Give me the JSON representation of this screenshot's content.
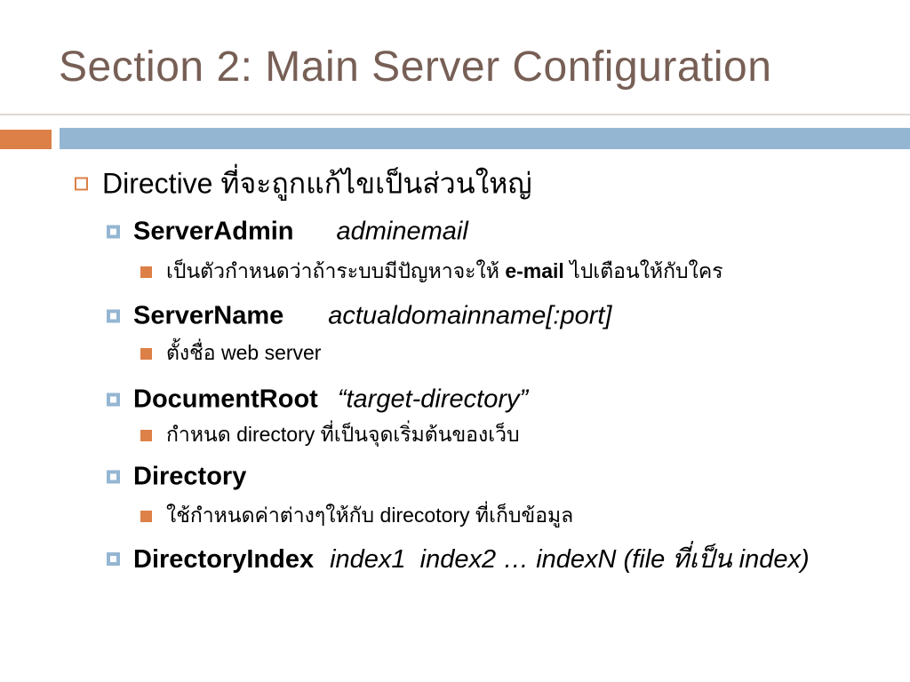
{
  "slide": {
    "title": "Section 2: Main Server Configuration",
    "colors": {
      "title_text": "#775F55",
      "accent_orange": "#DD8047",
      "accent_blue": "#94B6D2",
      "body_text": "#000000",
      "background": "#FFFFFF"
    },
    "icons": {
      "level1_bullet": "square-outline-bullet-icon",
      "level2_bullet": "square-nested-bullet-icon",
      "level3_bullet": "square-solid-bullet-icon"
    },
    "content": {
      "items": [
        {
          "level": 1,
          "segments": [
            {
              "t": "Directive ",
              "s": "latin"
            },
            {
              "t": "ที่จะถูกแก้ไขเป็นส่วนใหญ่",
              "s": "thai"
            }
          ]
        },
        {
          "level": 2,
          "segments": [
            {
              "t": "ServerAdmin",
              "s": "bold"
            },
            {
              "t": "adminemail",
              "s": "italic"
            }
          ]
        },
        {
          "level": 3,
          "segments": [
            {
              "t": "เป็นตัวกำหนดว่าถ้าระบบมีปัญหาจะให้ ",
              "s": "thai"
            },
            {
              "t": "e-mail",
              "s": "bold"
            },
            {
              "t": " ไปเตือนให้กับใคร",
              "s": "thai"
            }
          ]
        },
        {
          "level": 2,
          "segments": [
            {
              "t": "ServerName",
              "s": "bold"
            },
            {
              "t": "actualdomainname[:port]",
              "s": "italic"
            }
          ]
        },
        {
          "level": 3,
          "segments": [
            {
              "t": "ตั้งชื่อ ",
              "s": "thai"
            },
            {
              "t": "web server",
              "s": "latin"
            }
          ]
        },
        {
          "level": 2,
          "segments": [
            {
              "t": "DocumentRoot",
              "s": "bold"
            },
            {
              "t": "“target-directory”",
              "s": "italic"
            }
          ]
        },
        {
          "level": 3,
          "segments": [
            {
              "t": "กำหนด ",
              "s": "thai"
            },
            {
              "t": "directory",
              "s": "latin"
            },
            {
              "t": " ที่เป็นจุดเริ่มต้นของเว็บ",
              "s": "thai"
            }
          ]
        },
        {
          "level": 2,
          "segments": [
            {
              "t": "Directory",
              "s": "bold"
            }
          ]
        },
        {
          "level": 3,
          "segments": [
            {
              "t": "ใช้กำหนดค่าต่างๆให้กับ ",
              "s": "thai"
            },
            {
              "t": "direcotory",
              "s": "latin"
            },
            {
              "t": " ที่เก็บข้อมูล",
              "s": "thai"
            }
          ]
        },
        {
          "level": 2,
          "segments": [
            {
              "t": "DirectoryIndex",
              "s": "bold"
            },
            {
              "t": "index1  index2 … indexN (file ",
              "s": "italic"
            },
            {
              "t": "ที่เป็น",
              "s": "thai-italic"
            },
            {
              "t": " index)",
              "s": "italic"
            }
          ]
        }
      ]
    }
  }
}
